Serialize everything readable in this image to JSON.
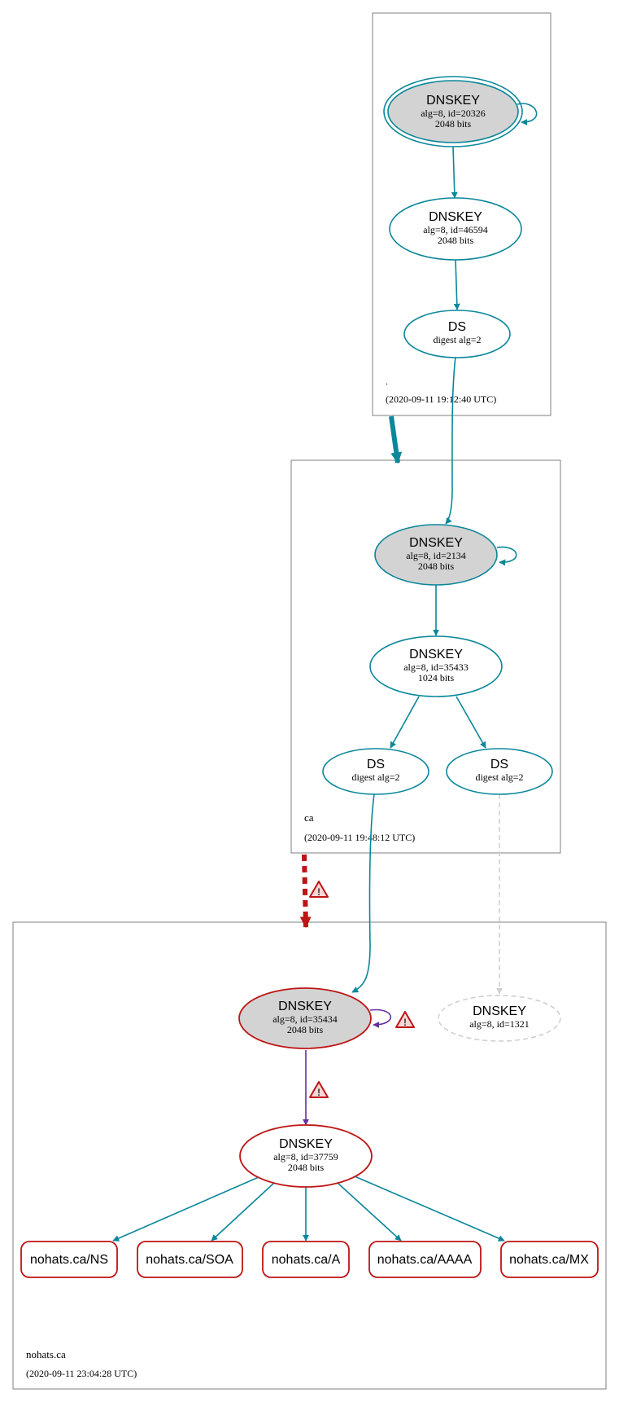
{
  "colors": {
    "teal": "#0a879a",
    "red": "#be1414",
    "purple": "#6131a1",
    "gray_dash": "#d0d0d0",
    "node_fill_gray": "#d3d3d3",
    "zone_border": "#7f7f7f"
  },
  "zones": {
    "root": {
      "name": ".",
      "timestamp": "(2020-09-11 19:12:40 UTC)"
    },
    "ca": {
      "name": "ca",
      "timestamp": "(2020-09-11 19:48:12 UTC)"
    },
    "nohats": {
      "name": "nohats.ca",
      "timestamp": "(2020-09-11 23:04:28 UTC)"
    }
  },
  "nodes": {
    "root_ksk": {
      "type": "DNSKEY",
      "line1": "alg=8, id=20326",
      "line2": "2048 bits"
    },
    "root_zsk": {
      "type": "DNSKEY",
      "line1": "alg=8, id=46594",
      "line2": "2048 bits"
    },
    "root_ds": {
      "type": "DS",
      "line1": "digest alg=2"
    },
    "ca_ksk": {
      "type": "DNSKEY",
      "line1": "alg=8, id=2134",
      "line2": "2048 bits"
    },
    "ca_zsk": {
      "type": "DNSKEY",
      "line1": "alg=8, id=35433",
      "line2": "1024 bits"
    },
    "ca_ds1": {
      "type": "DS",
      "line1": "digest alg=2"
    },
    "ca_ds2": {
      "type": "DS",
      "line1": "digest alg=2"
    },
    "nh_ksk": {
      "type": "DNSKEY",
      "line1": "alg=8, id=35434",
      "line2": "2048 bits"
    },
    "nh_missing": {
      "type": "DNSKEY",
      "line1": "alg=8, id=1321"
    },
    "nh_zsk": {
      "type": "DNSKEY",
      "line1": "alg=8, id=37759",
      "line2": "2048 bits"
    }
  },
  "records": [
    "nohats.ca/NS",
    "nohats.ca/SOA",
    "nohats.ca/A",
    "nohats.ca/AAAA",
    "nohats.ca/MX"
  ],
  "warnings": [
    "warning-icon-delegation",
    "warning-icon-selfsign",
    "warning-icon-ksk-zsk"
  ]
}
